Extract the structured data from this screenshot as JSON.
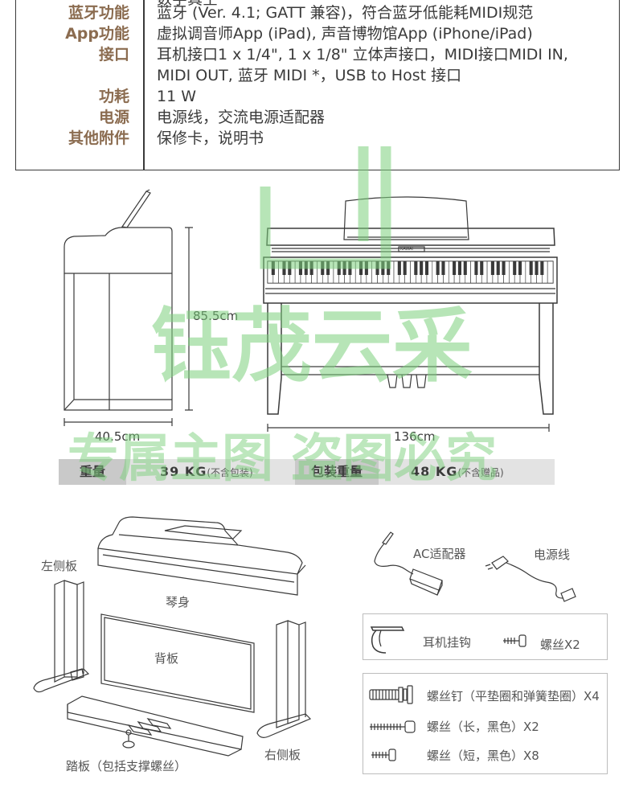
{
  "specs": [
    {
      "label": "",
      "lines": [
        "数字真空"
      ]
    },
    {
      "label": "蓝牙功能",
      "lines": [
        "蓝牙 (Ver. 4.1; GATT 兼容)，符合蓝牙低能耗MIDI规范"
      ]
    },
    {
      "label": "App功能",
      "lines": [
        "虚拟调音师App (iPad), 声音博物馆App (iPhone/iPad)"
      ]
    },
    {
      "label": "接口",
      "lines": [
        "耳机接口1 x 1/4\", 1 x 1/8\" 立体声接口，MIDI接口MIDI IN,",
        "MIDI OUT, 蓝牙 MIDI *，USB to Host 接口"
      ]
    },
    {
      "label": "功耗",
      "lines": [
        "11 W"
      ]
    },
    {
      "label": "电源",
      "lines": [
        "电源线，交流电源适配器"
      ]
    },
    {
      "label": "其他附件",
      "lines": [
        "保修卡，说明书"
      ]
    }
  ],
  "dimensions": {
    "height": "85.5cm",
    "depth": "40.5cm",
    "width": "136cm"
  },
  "piano_brand": "KAWAI",
  "weight": {
    "label": "重量",
    "value": "39 KG",
    "note": "(不含包装)",
    "pack_label": "包装重量",
    "pack_value": "48 KG",
    "pack_note": "(不含赠品)"
  },
  "parts": {
    "left_panel": "左侧板",
    "body": "琴身",
    "back_panel": "背板",
    "right_panel": "右侧板",
    "pedal": "踏板（包括支撑螺丝）"
  },
  "accessories": {
    "adapter": "AC适配器",
    "power_cord": "电源线",
    "headphone_hook": "耳机挂钩",
    "screw_hook": "螺丝X2",
    "bolt_washer": "螺丝钉（平垫圈和弹簧垫圈）X4",
    "screw_long": "螺丝（长，黑色）X2",
    "screw_short": "螺丝（短，黑色）X8"
  },
  "watermark": {
    "line1": "钰茂云采",
    "line2": "专属主图 盗图必究"
  },
  "colors": {
    "label_brown": "#8b6c50",
    "watermark_green": "#7ccf7c"
  }
}
